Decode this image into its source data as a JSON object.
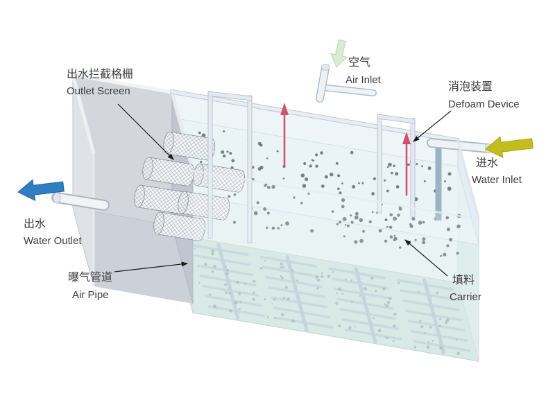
{
  "labels": {
    "outlet_screen": {
      "zh": "出水拦截格栅",
      "en": "Outlet Screen"
    },
    "air_inlet": {
      "zh": "空气",
      "en": "Air Inlet"
    },
    "defoam_device": {
      "zh": "消泡装置",
      "en": "Defoam Device"
    },
    "water_inlet": {
      "zh": "进水",
      "en": "Water Inlet"
    },
    "water_outlet": {
      "zh": "出水",
      "en": "Water Outlet"
    },
    "air_pipe": {
      "zh": "曝气管道",
      "en": "Air Pipe"
    },
    "carrier": {
      "zh": "填料",
      "en": "Carrier"
    }
  },
  "colors": {
    "water_inlet_arrow": "#c3bd1c",
    "water_outlet_arrow": "#2e7fc2",
    "air_inlet_arrow": "#d8edd2",
    "defoam_arrow": "#d4506e",
    "carrier_dot": "#5e6770",
    "tank_floor": "#cfe3da",
    "tank_wall": "#ecf4f7",
    "chamber_wall": "#d3d6dd"
  },
  "carriers": {
    "water_dot_count": 155,
    "floor_dot_count": 95
  }
}
